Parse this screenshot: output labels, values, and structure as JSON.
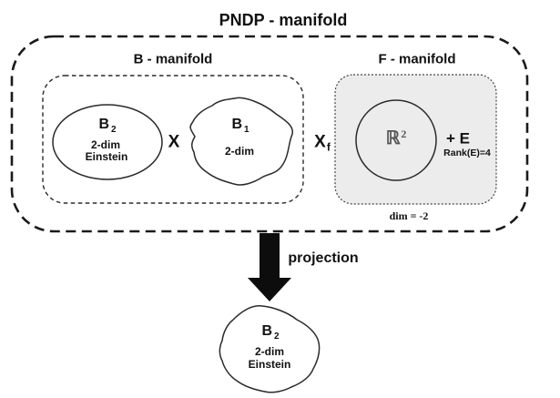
{
  "title": "PNDP - manifold",
  "colors": {
    "line": "#1a1a1a",
    "f_box_fill": "#ececec",
    "fiber_text": "#555555",
    "arrow": "#0d0d0d",
    "background": "#ffffff"
  },
  "b_manifold": {
    "label": "B - manifold",
    "b2": {
      "name": "B",
      "sub": "2",
      "dim": "2-dim",
      "type": "Einstein"
    },
    "product_symbol": "X",
    "b1": {
      "name": "B",
      "sub": "1",
      "dim": "2-dim"
    }
  },
  "twisted_product": {
    "symbol": "X",
    "sub": "f"
  },
  "f_manifold": {
    "label": "F - manifold",
    "fiber": {
      "symbol": "ℝ",
      "sup": "2"
    },
    "bundle": {
      "plus": "+ E",
      "rank": "Rank(E)=4"
    },
    "dim_note": "dim = -2"
  },
  "projection": {
    "label": "projection"
  },
  "result": {
    "name": "B",
    "sub": "2",
    "dim": "2-dim",
    "type": "Einstein"
  }
}
